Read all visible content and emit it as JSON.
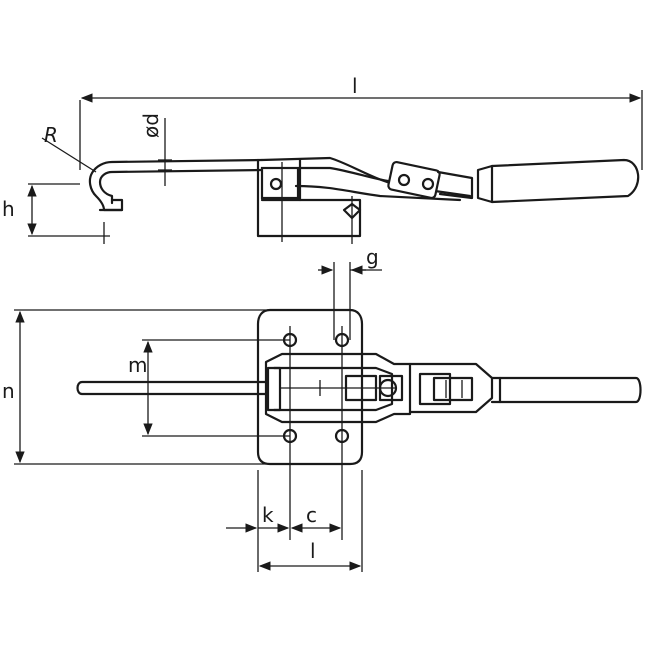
{
  "labels": {
    "total_length": "l",
    "radius": "R",
    "diameter": "ød",
    "height": "h",
    "slot": "g",
    "width": "n",
    "hole_spacing_m": "m",
    "offset_k": "k",
    "hole_spacing_c": "c",
    "base_length": "l"
  },
  "colors": {
    "ink": "#1a1a1a",
    "paper": "#ffffff"
  }
}
